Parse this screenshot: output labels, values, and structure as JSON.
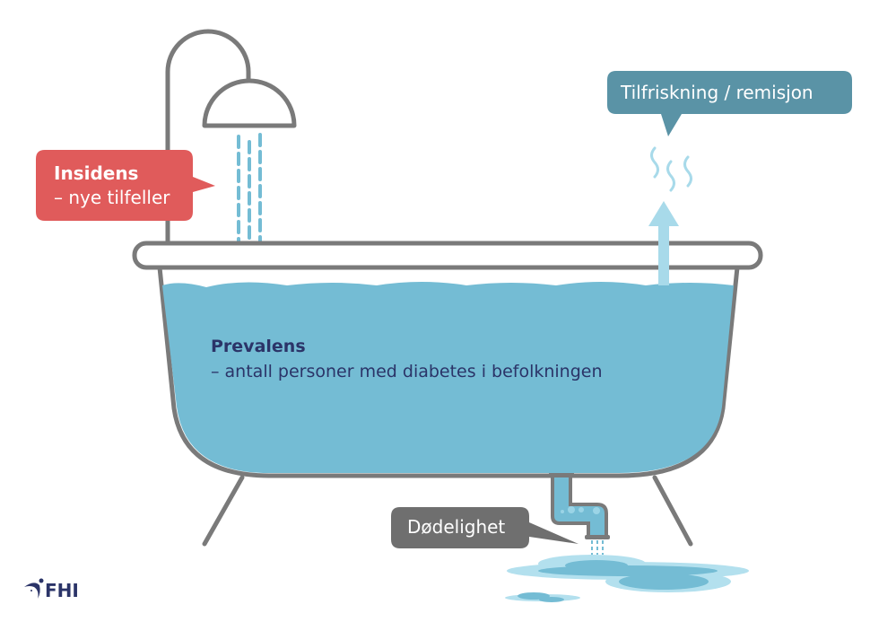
{
  "incidence": {
    "title": "Insidens",
    "subtitle": "– nye tilfeller"
  },
  "remission": {
    "label": "Tilfriskning / remisjon"
  },
  "prevalence": {
    "title": "Prevalens",
    "subtitle": "– antall personer med diabetes i befolkningen"
  },
  "mortality": {
    "label": "Dødelighet"
  },
  "logo": {
    "text": "FHI"
  },
  "colors": {
    "water": "#74bcd4",
    "outline": "#7a7a7a",
    "incidence": "#e05b5b",
    "remission": "#5a93a6",
    "mortality": "#6f6f6f",
    "text": "#2b3468"
  }
}
